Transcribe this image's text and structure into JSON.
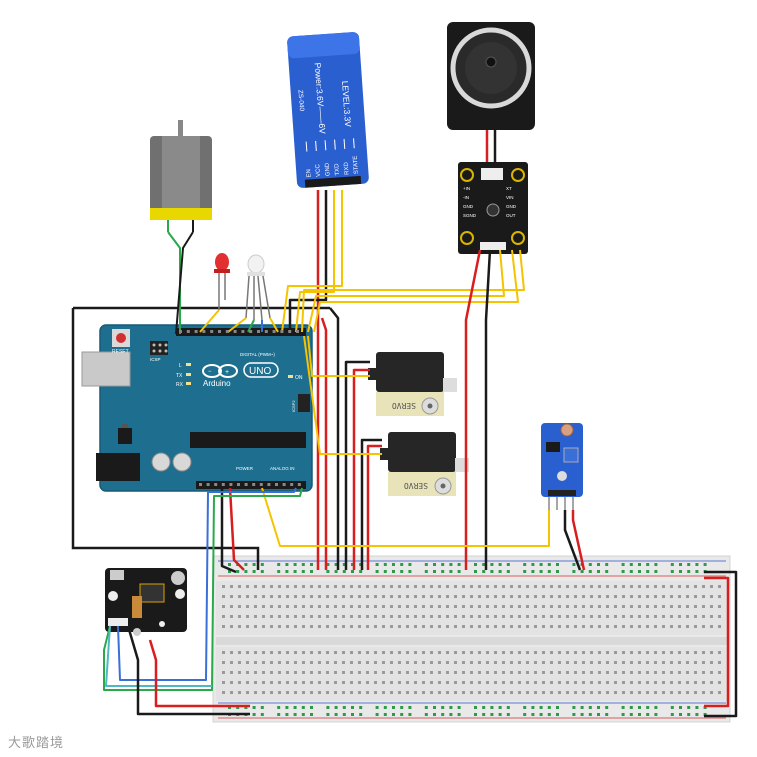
{
  "colors": {
    "wire_red": "#d81e1e",
    "wire_black": "#1a1a1a",
    "wire_yellow": "#f5c400",
    "wire_green": "#2aa84a",
    "wire_blue": "#3a6fd8",
    "wire_cyan": "#4fb8c4",
    "arduino_board": "#1e6f8f",
    "bluetooth_module": "#2a5fd0",
    "breadboard": "#ececec"
  },
  "arduino": {
    "brand": "Arduino",
    "model": "UNO",
    "reset": "RESET",
    "icsp": "ICSP",
    "icsp2": "ICSP2",
    "digital": "DIGITAL (PWM~)",
    "power": "POWER",
    "analog": "ANALOG IN",
    "led_l": "L",
    "led_tx": "TX",
    "led_rx": "RX",
    "led_on": "ON"
  },
  "bluetooth": {
    "line1": "Power:3.6V——6V",
    "line2": "LEVEL:3.3V",
    "line3": "ZS-040",
    "pins": [
      "EN",
      "VCC",
      "GND",
      "TXD",
      "RXD",
      "STATE"
    ]
  },
  "servos": [
    {
      "label": "SERVO"
    },
    {
      "label": "SERVO"
    }
  ],
  "amp_module": {
    "pins": [
      "+IN",
      "-IN",
      "GND",
      "SGND",
      "XT",
      "VIN",
      "GND",
      "OUT"
    ]
  },
  "watermark": "大歌踏境",
  "icons": [
    "dc-motor-icon",
    "speaker-icon",
    "led-icon",
    "light-sensor-icon",
    "mp3-module-icon"
  ]
}
